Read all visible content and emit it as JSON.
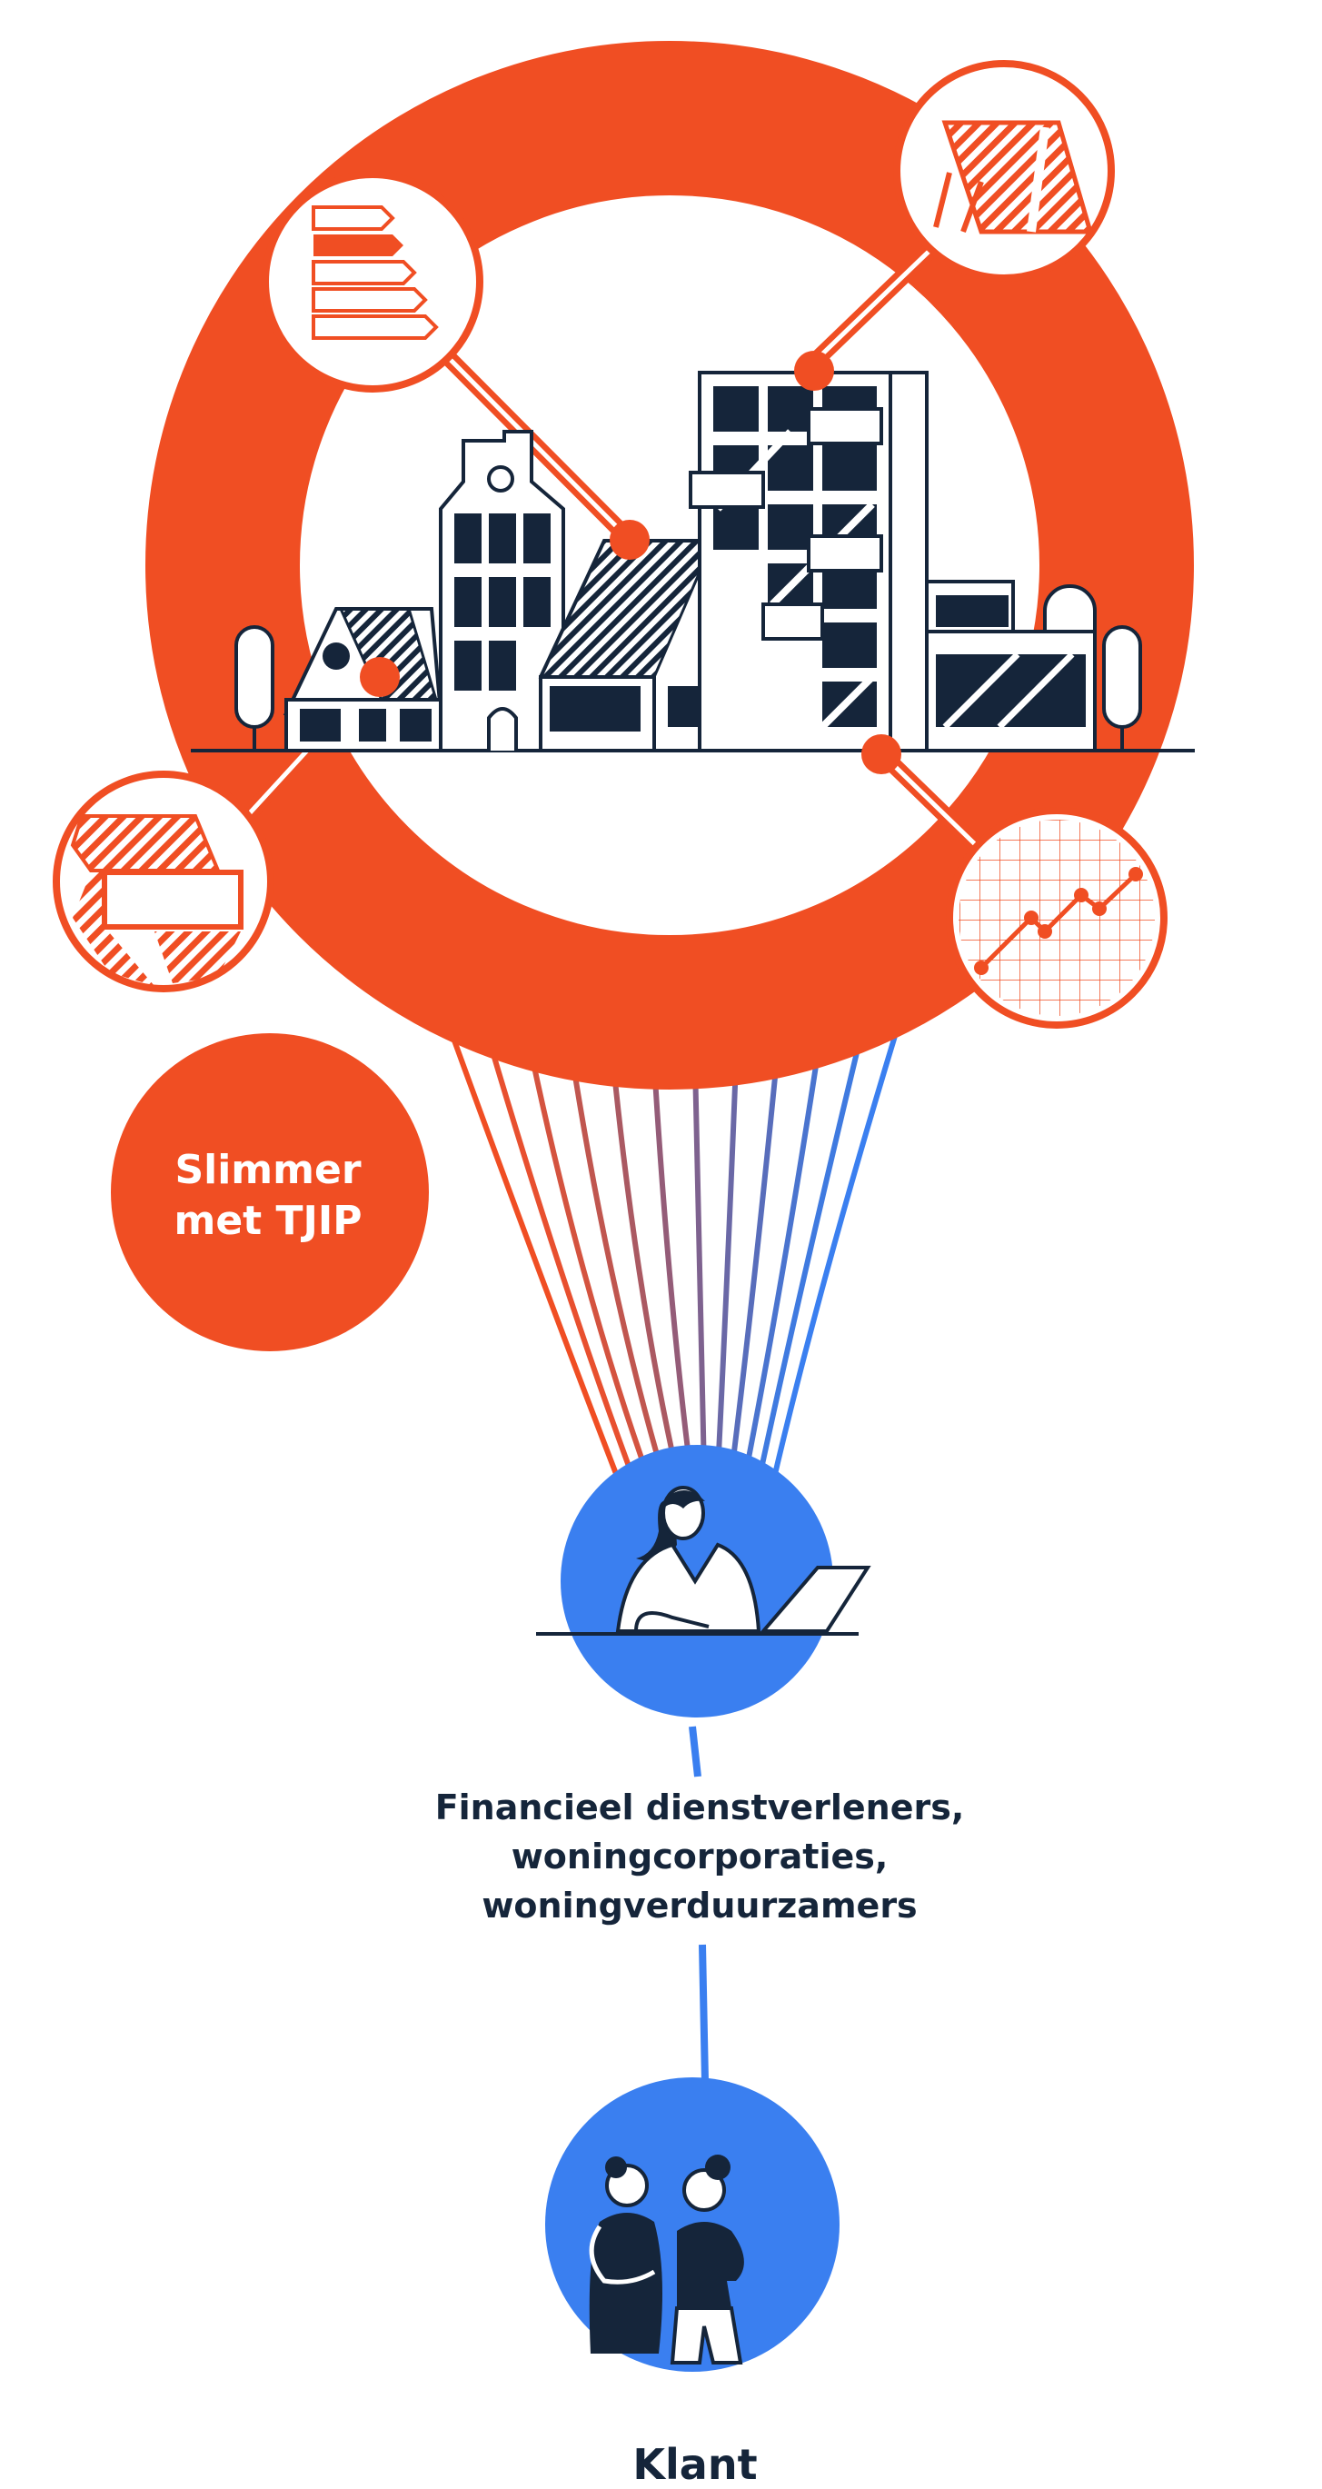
{
  "colors": {
    "orange": "#f04e23",
    "blue": "#3a7ff0",
    "navy": "#15253a",
    "white": "#ffffff"
  },
  "tjip_node": {
    "line1": "Slimmer",
    "line2": "met TJIP"
  },
  "service_node": {
    "line1": "Financieel dienstverleners,",
    "line2": "woningcorporaties,",
    "line3": "woningverduurzamers"
  },
  "client_node": {
    "label": "Klant"
  },
  "icons": [
    "energy-label-icon",
    "solar-panel-icon",
    "insulation-roof-icon",
    "growth-chart-icon",
    "neighborhood-buildings-icon",
    "woman-laptop-icon",
    "two-women-icon"
  ]
}
